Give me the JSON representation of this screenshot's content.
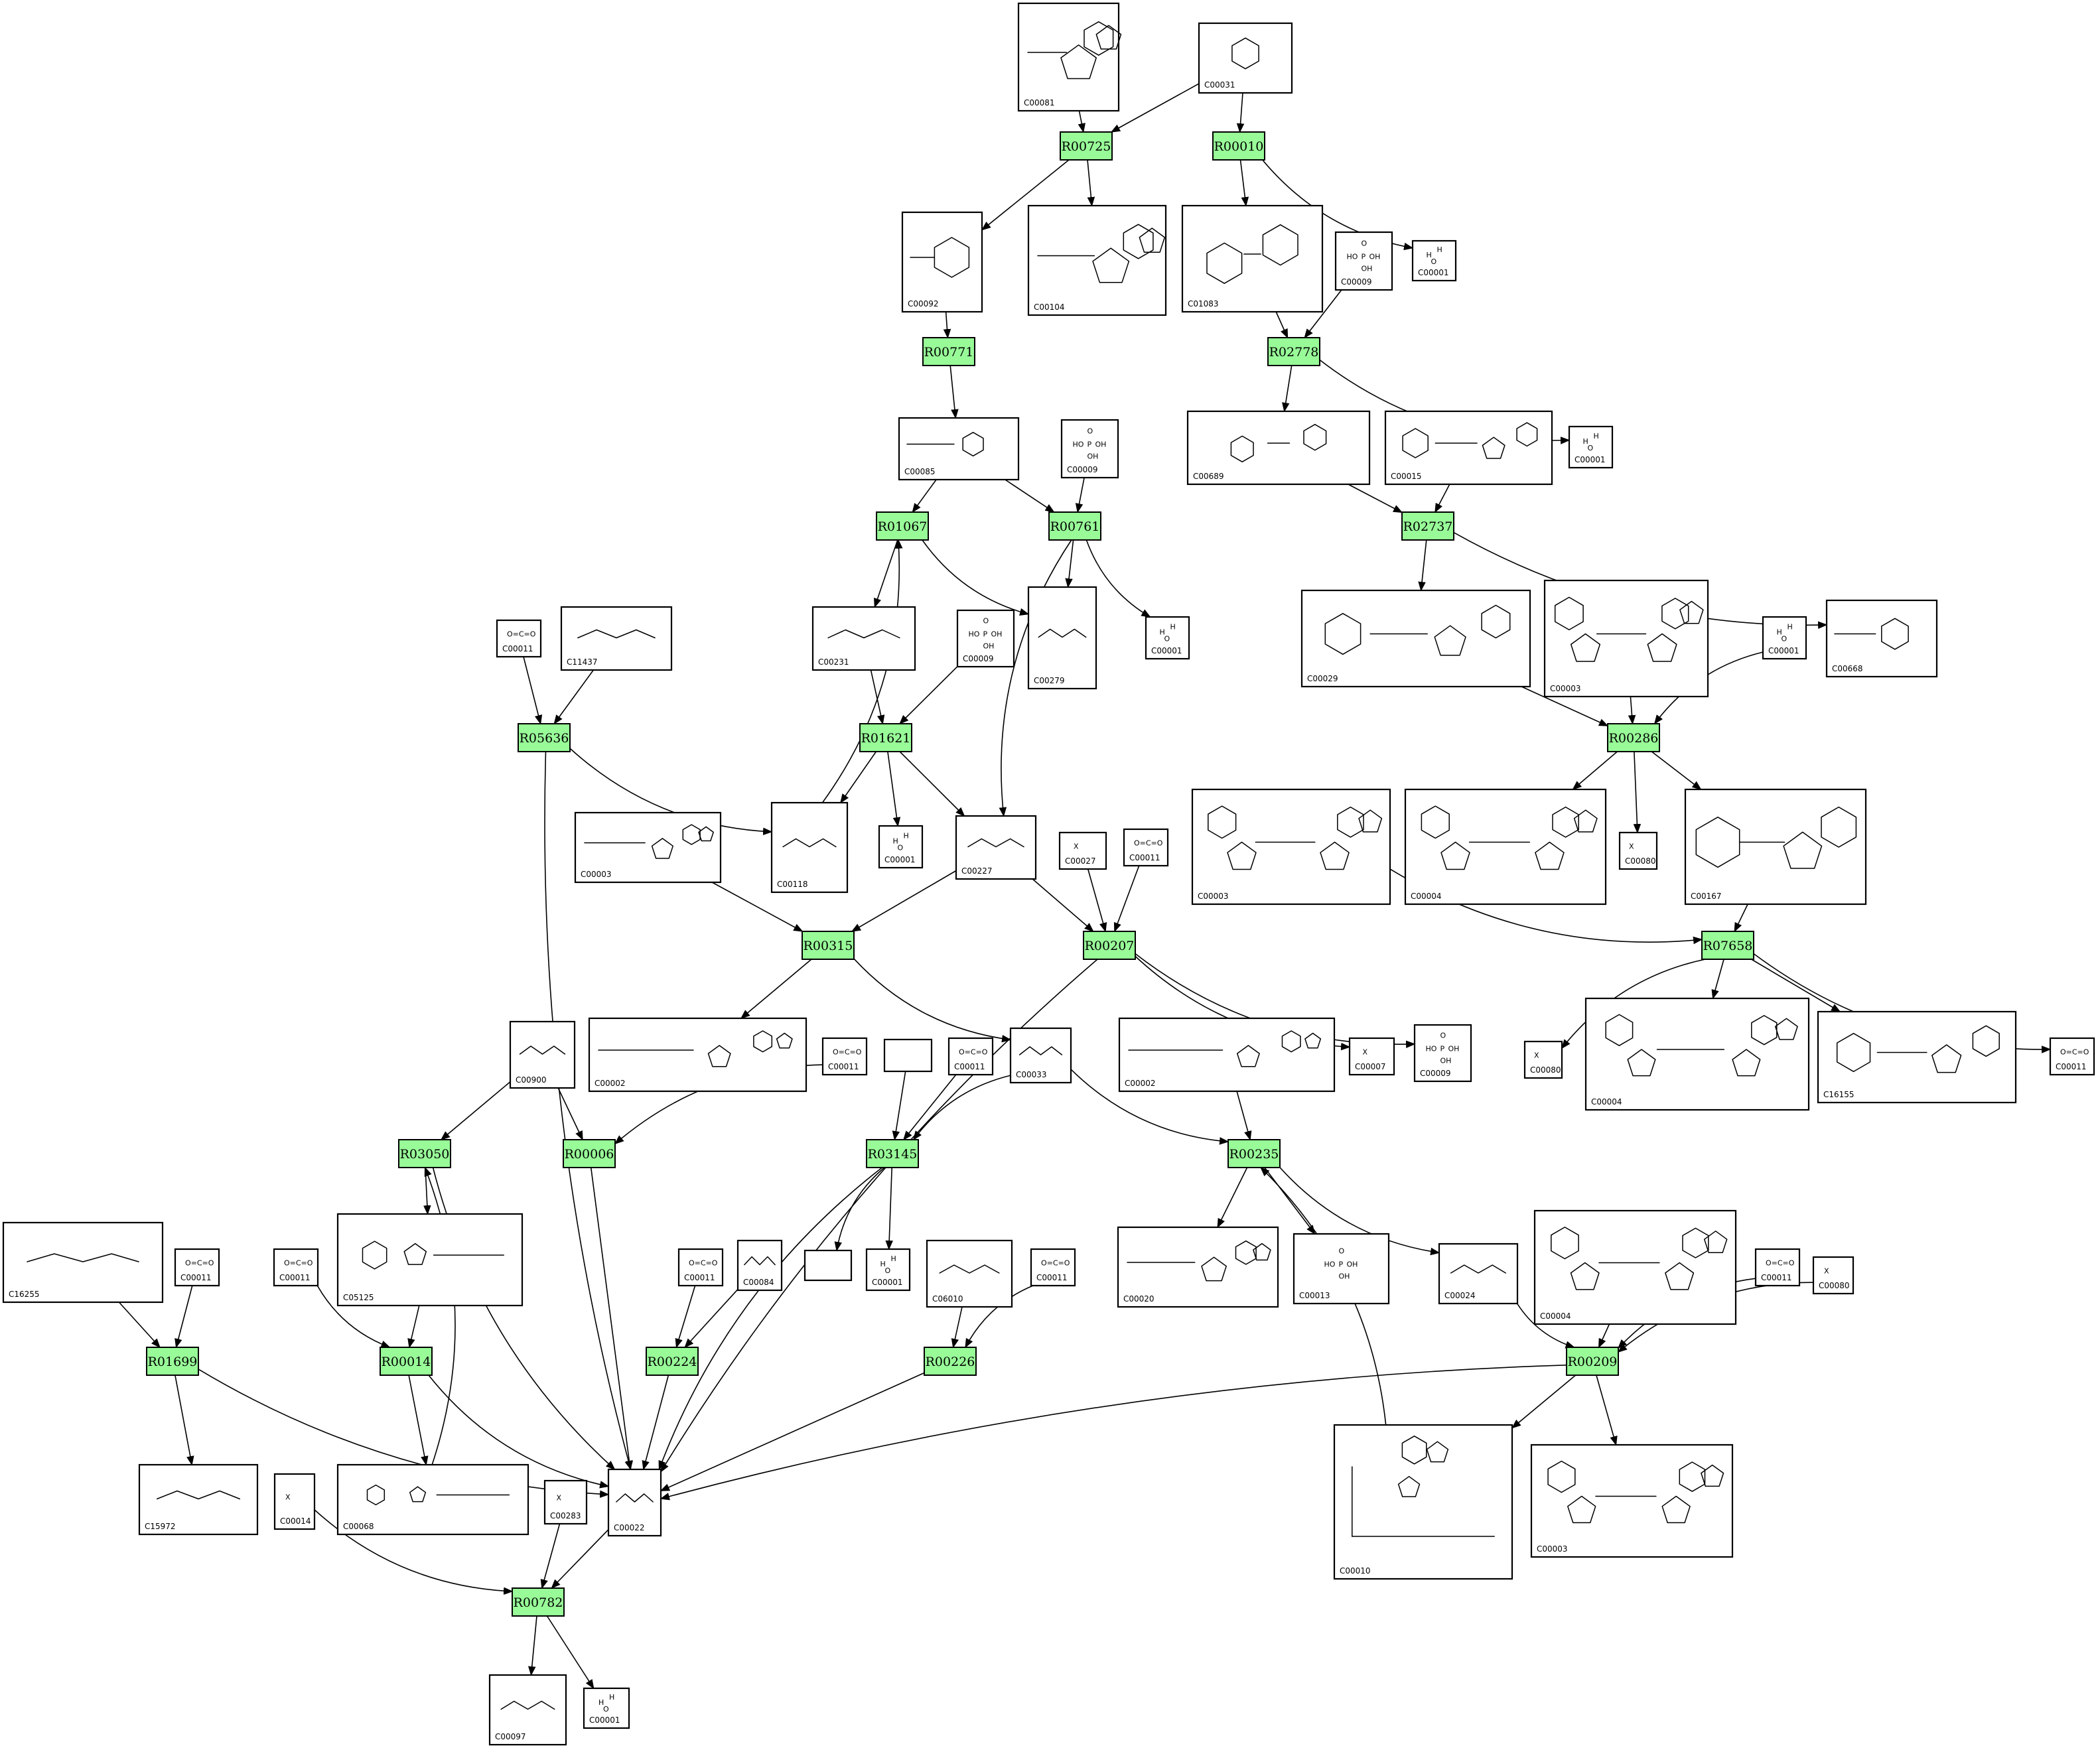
{
  "diagram": {
    "reactions": [
      {
        "id": "R00725"
      },
      {
        "id": "R00010"
      },
      {
        "id": "R00771"
      },
      {
        "id": "R02778"
      },
      {
        "id": "R01067"
      },
      {
        "id": "R00761"
      },
      {
        "id": "R02737"
      },
      {
        "id": "R05636"
      },
      {
        "id": "R01621"
      },
      {
        "id": "R00286"
      },
      {
        "id": "R00315"
      },
      {
        "id": "R00207"
      },
      {
        "id": "R07658"
      },
      {
        "id": "R03050"
      },
      {
        "id": "R00006"
      },
      {
        "id": "R03145"
      },
      {
        "id": "R00235"
      },
      {
        "id": "R01699"
      },
      {
        "id": "R00014"
      },
      {
        "id": "R00224"
      },
      {
        "id": "R00226"
      },
      {
        "id": "R00209"
      },
      {
        "id": "R00782"
      }
    ],
    "compounds": [
      {
        "key": "c_c00081",
        "id": "C00081"
      },
      {
        "key": "c_c00031",
        "id": "C00031"
      },
      {
        "key": "c_c00092",
        "id": "C00092"
      },
      {
        "key": "c_c00104",
        "id": "C00104"
      },
      {
        "key": "c_c01083",
        "id": "C01083"
      },
      {
        "key": "c_c00009_a",
        "id": "C00009"
      },
      {
        "key": "c_c00001_a",
        "id": "C00001"
      },
      {
        "key": "c_c00085",
        "id": "C00085"
      },
      {
        "key": "c_c00009_b",
        "id": "C00009"
      },
      {
        "key": "c_c00689",
        "id": "C00689"
      },
      {
        "key": "c_c00015",
        "id": "C00015"
      },
      {
        "key": "c_c00001_b",
        "id": "C00001"
      },
      {
        "key": "c_c00231",
        "id": "C00231"
      },
      {
        "key": "c_c00009_c",
        "id": "C00009"
      },
      {
        "key": "c_c00279",
        "id": "C00279"
      },
      {
        "key": "c_c00001_c",
        "id": "C00001"
      },
      {
        "key": "c_c00011_a",
        "id": "C00011"
      },
      {
        "key": "c_c11437",
        "id": "C11437"
      },
      {
        "key": "c_c00029",
        "id": "C00029"
      },
      {
        "key": "c_c00003_a",
        "id": "C00003"
      },
      {
        "key": "c_c00001_d",
        "id": "C00001"
      },
      {
        "key": "c_c00668",
        "id": "C00668"
      },
      {
        "key": "c_c00003_b",
        "id": "C00003"
      },
      {
        "key": "c_c00118",
        "id": "C00118"
      },
      {
        "key": "c_c00001_e",
        "id": "C00001"
      },
      {
        "key": "c_c00227",
        "id": "C00227"
      },
      {
        "key": "c_c00027",
        "id": "C00027"
      },
      {
        "key": "c_c00011_b",
        "id": "C00011"
      },
      {
        "key": "c_c00003_c",
        "id": "C00003"
      },
      {
        "key": "c_c00004_a",
        "id": "C00004"
      },
      {
        "key": "c_c00080_a",
        "id": "C00080"
      },
      {
        "key": "c_c00167",
        "id": "C00167"
      },
      {
        "key": "c_c00900",
        "id": "C00900"
      },
      {
        "key": "c_c00002_a",
        "id": "C00002"
      },
      {
        "key": "c_c00011_c",
        "id": "C00011"
      },
      {
        "key": "c_blank_a",
        "id": ""
      },
      {
        "key": "c_c00011_d",
        "id": "C00011"
      },
      {
        "key": "c_c00033",
        "id": "C00033"
      },
      {
        "key": "c_c00002_b",
        "id": "C00002"
      },
      {
        "key": "c_c00007",
        "id": "C00007"
      },
      {
        "key": "c_c00009_d",
        "id": "C00009"
      },
      {
        "key": "c_c00080_b",
        "id": "C00080"
      },
      {
        "key": "c_c00004_b",
        "id": "C00004"
      },
      {
        "key": "c_c16155",
        "id": "C16155"
      },
      {
        "key": "c_c00011_e",
        "id": "C00011"
      },
      {
        "key": "c_c16255",
        "id": "C16255"
      },
      {
        "key": "c_c00011_f",
        "id": "C00011"
      },
      {
        "key": "c_c00011_g",
        "id": "C00011"
      },
      {
        "key": "c_c05125",
        "id": "C05125"
      },
      {
        "key": "c_blank_b",
        "id": ""
      },
      {
        "key": "c_c00001_f",
        "id": "C00001"
      },
      {
        "key": "c_c00011_h",
        "id": "C00011"
      },
      {
        "key": "c_c00084",
        "id": "C00084"
      },
      {
        "key": "c_c06010",
        "id": "C06010"
      },
      {
        "key": "c_c00011_i",
        "id": "C00011"
      },
      {
        "key": "c_c00020",
        "id": "C00020"
      },
      {
        "key": "c_c00013",
        "id": "C00013"
      },
      {
        "key": "c_c00024",
        "id": "C00024"
      },
      {
        "key": "c_c00004_c",
        "id": "C00004"
      },
      {
        "key": "c_c00011_j",
        "id": "C00011"
      },
      {
        "key": "c_c00080_c",
        "id": "C00080"
      },
      {
        "key": "c_c15972",
        "id": "C15972"
      },
      {
        "key": "c_c00014",
        "id": "C00014"
      },
      {
        "key": "c_c00068",
        "id": "C00068"
      },
      {
        "key": "c_c00283",
        "id": "C00283"
      },
      {
        "key": "c_c00022",
        "id": "C00022"
      },
      {
        "key": "c_c00010",
        "id": "C00010"
      },
      {
        "key": "c_c00003_d",
        "id": "C00003"
      },
      {
        "key": "c_c00097",
        "id": "C00097"
      },
      {
        "key": "c_c00001_g",
        "id": "C00001"
      }
    ],
    "colors": {
      "reaction_fill": "#98fb98",
      "stroke": "#000000",
      "background": "#ffffff"
    }
  }
}
